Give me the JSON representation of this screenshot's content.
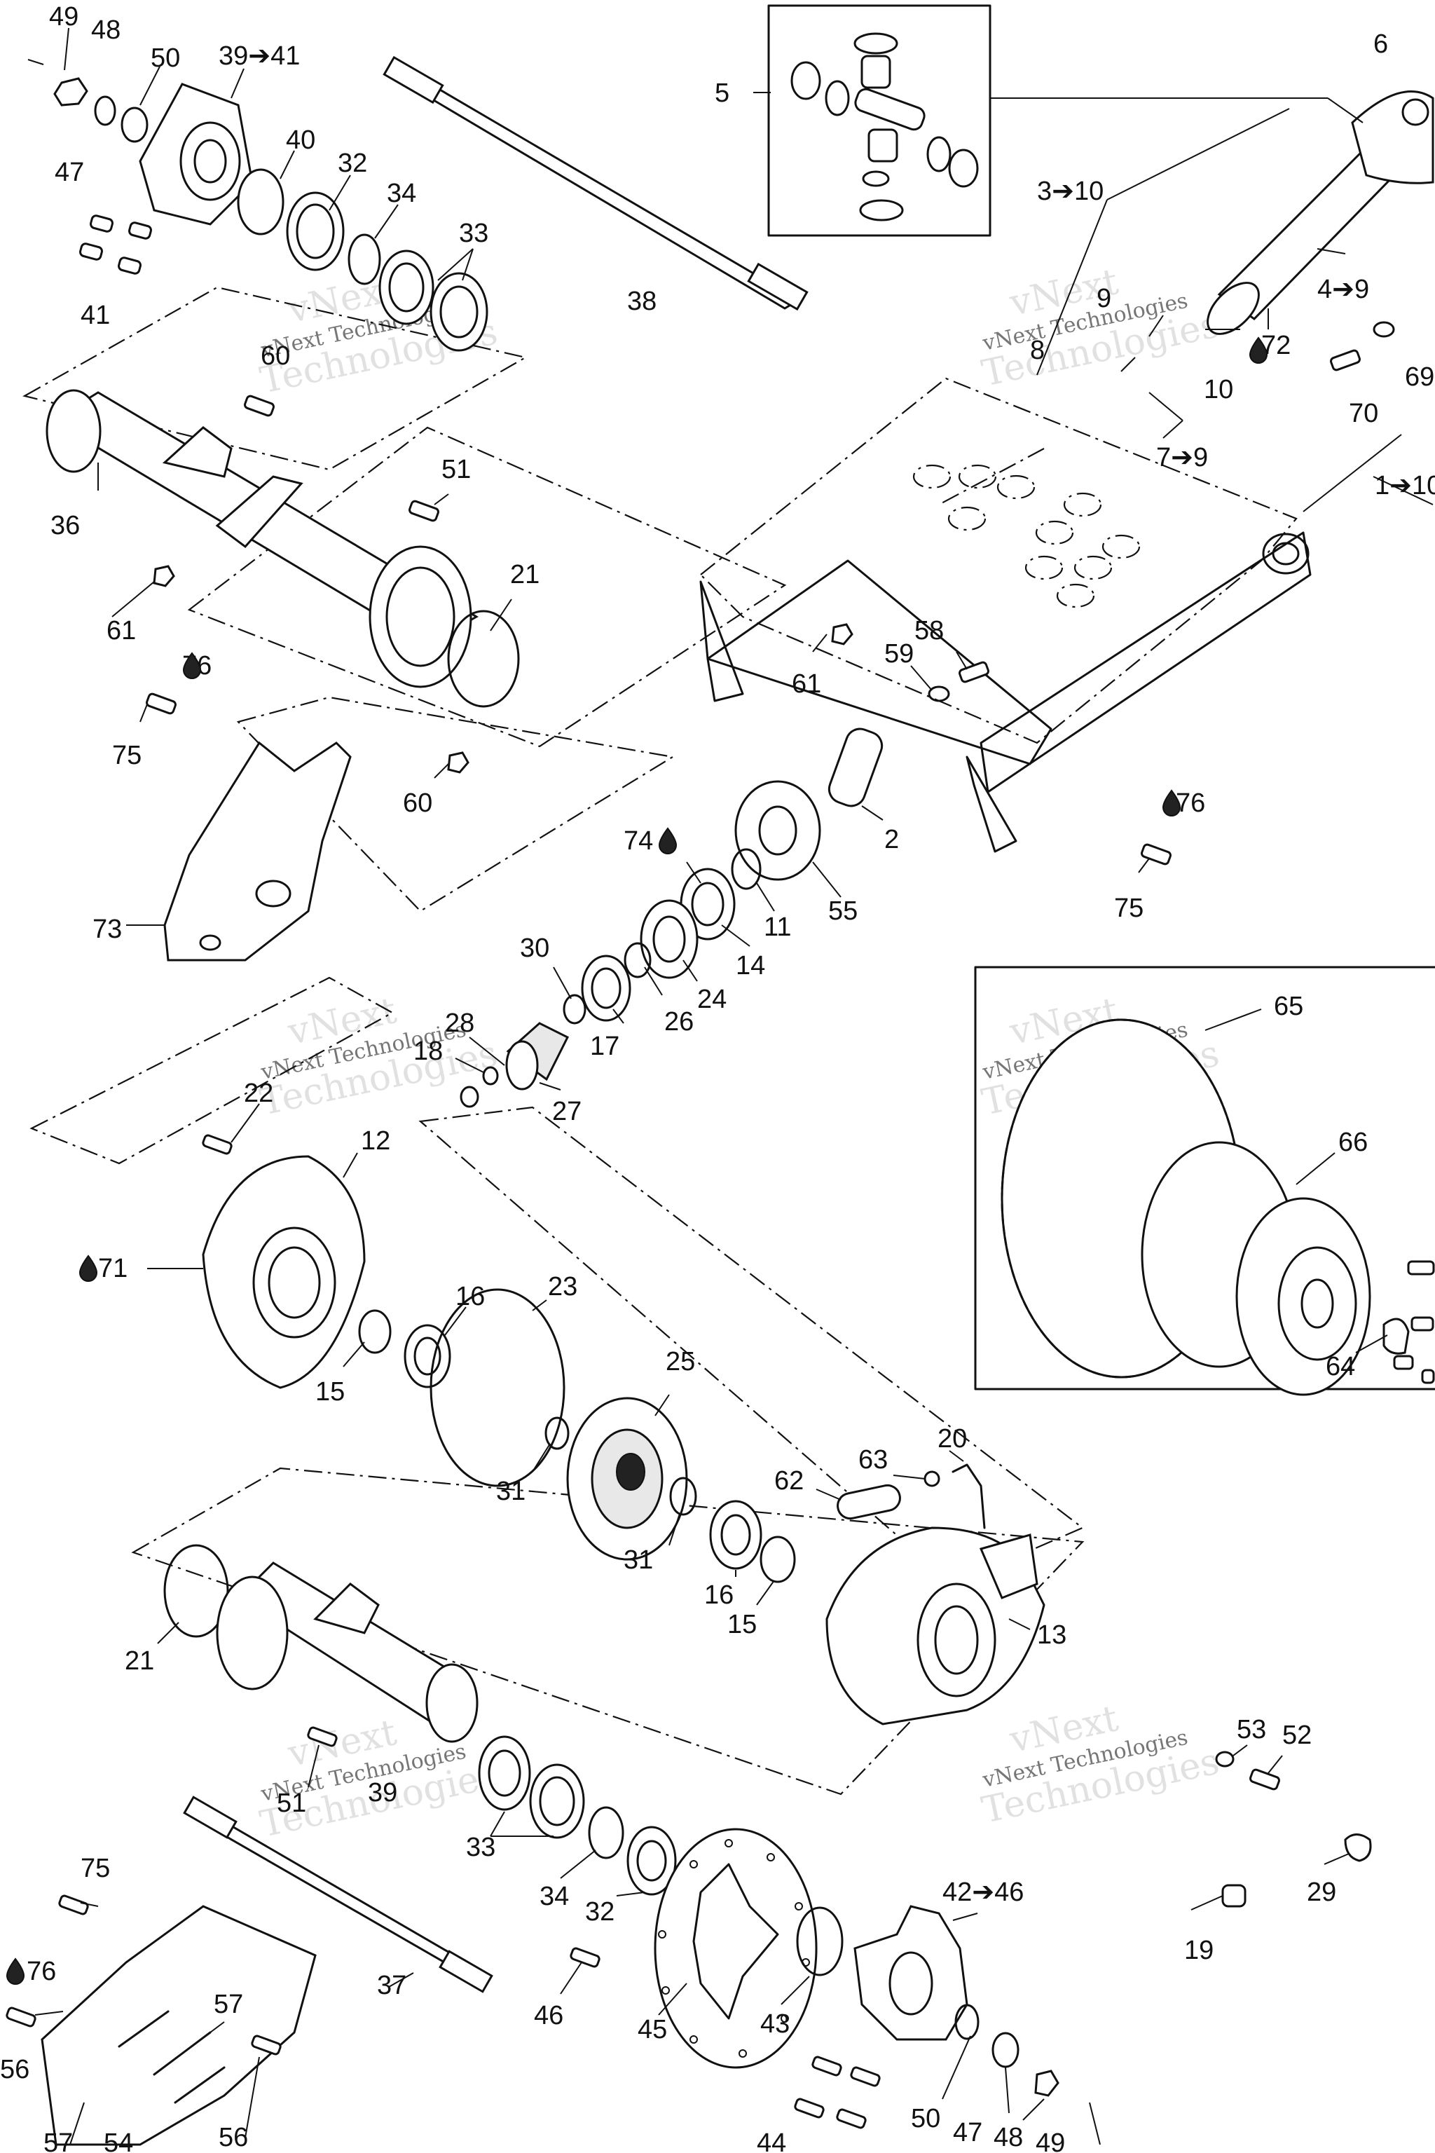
{
  "watermarks": [
    {
      "line1": "vNext",
      "line2": "vNext Technologies",
      "line3": "Technologies"
    },
    {
      "line1": "vNext",
      "line2": "vNext Technologies",
      "line3": "Technologies"
    },
    {
      "line1": "vNext",
      "line2": "vNext Technologies",
      "line3": "Technologies"
    },
    {
      "line1": "vNext",
      "line2": "vNext Technologies",
      "line3": "Technologies"
    },
    {
      "line1": "vNext",
      "line2": "vNext Technologies",
      "line3": "Technologies"
    },
    {
      "line1": "vNext",
      "line2": "vNext Technologies",
      "line3": "Technologies"
    }
  ],
  "callouts": [
    "49",
    "48",
    "50",
    "39➔41",
    "47",
    "40",
    "32",
    "34",
    "33",
    "41",
    "38",
    "5",
    "6",
    "3➔10",
    "4➔9",
    "9",
    "8",
    "72",
    "10",
    "69",
    "70",
    "7➔9",
    "1➔10",
    "60",
    "36",
    "51",
    "21",
    "61",
    "61",
    "58",
    "59",
    "76",
    "75",
    "60",
    "2",
    "76",
    "75",
    "74",
    "11",
    "55",
    "73",
    "14",
    "24",
    "26",
    "17",
    "30",
    "28",
    "18",
    "27",
    "22",
    "12",
    "71",
    "16",
    "23",
    "15",
    "25",
    "65",
    "66",
    "64",
    "62",
    "63",
    "20",
    "31",
    "31",
    "16",
    "15",
    "13",
    "21",
    "53",
    "52",
    "51",
    "39",
    "33",
    "34",
    "32",
    "29",
    "75",
    "19",
    "42➔46",
    "37",
    "76",
    "57",
    "56",
    "46",
    "45",
    "43",
    "50",
    "47",
    "48",
    "49",
    "57",
    "54",
    "56",
    "44"
  ]
}
